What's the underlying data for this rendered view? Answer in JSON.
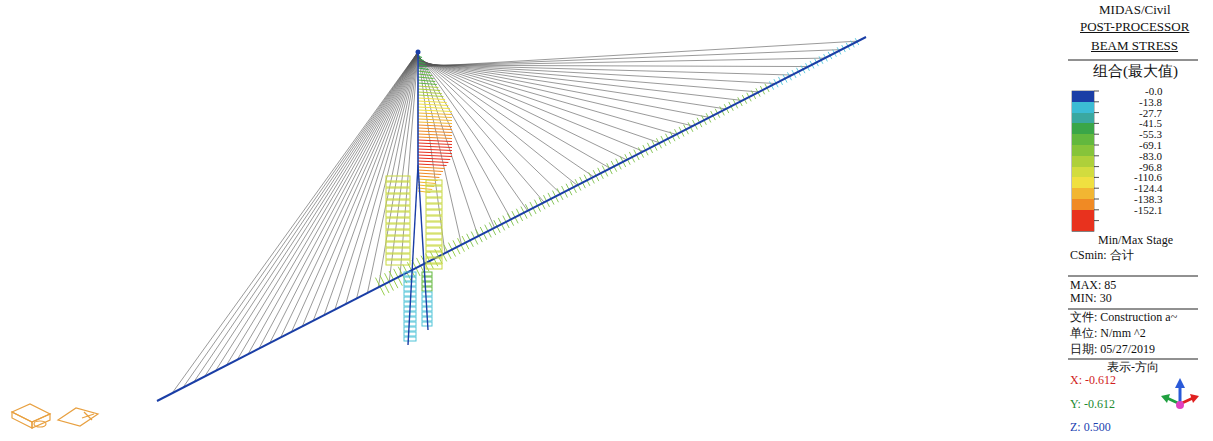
{
  "diagram": {
    "labels": [
      "MIDAS/Civil",
      "POST-PROCESSOR",
      "BEAM STRESS",
      "组合(最大值)",
      "Min/Max Stage",
      "CSmin: 合计",
      "MAX: 85",
      "MIN: 30",
      "文件: Construction a~",
      "单位: N/mm ^2",
      "日期: 05/27/2019",
      "表示-方向",
      "X: -0.612",
      "Y: -0.612",
      "Z: 0.500"
    ],
    "legend": [
      {
        "text": "-0.0",
        "color": "#1a3ea6"
      },
      {
        "text": "-13.8",
        "color": "#3cbcd4"
      },
      {
        "text": "-27.7",
        "color": "#3aa8a0"
      },
      {
        "text": "-41.5",
        "color": "#3aa648"
      },
      {
        "text": "-55.3",
        "color": "#62b83e"
      },
      {
        "text": "-69.1",
        "color": "#86c43a"
      },
      {
        "text": "-83.0",
        "color": "#aed03a"
      },
      {
        "text": "-96.8",
        "color": "#d2dc3e"
      },
      {
        "text": "-110.6",
        "color": "#f0e040"
      },
      {
        "text": "-124.4",
        "color": "#f2b632"
      },
      {
        "text": "-138.3",
        "color": "#f08a24"
      },
      {
        "text": "-152.1",
        "color": "#e8321e"
      },
      {
        "text": "",
        "color": "#e8321e"
      }
    ]
  }
}
